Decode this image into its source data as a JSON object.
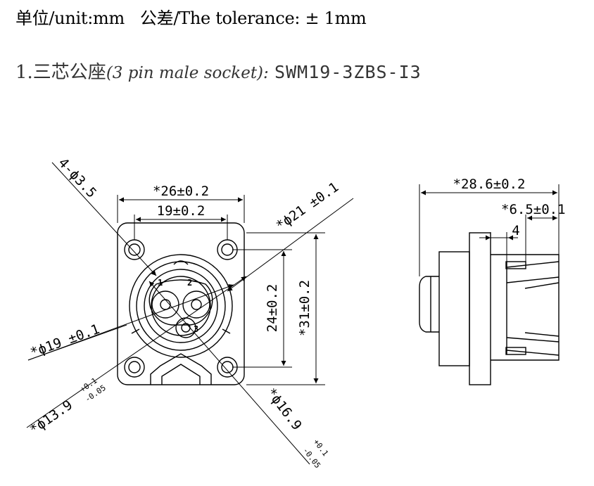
{
  "header": {
    "units": "单位/unit:mm",
    "tolerance": "公差/The tolerance: ± 1mm"
  },
  "model": {
    "prefix": "1.三芯公座",
    "description": "(3 pin male socket):",
    "code": "SWM19-3ZBS-I3"
  },
  "front_view": {
    "dims": {
      "hole_dia": "4-ϕ3.5",
      "width_outer": "*26±0.2",
      "width_inner": "19±0.2",
      "dia_21": "*ϕ21 ±0.1",
      "height_inner": "24±0.2",
      "height_outer": "*31±0.2",
      "dia_19": "*ϕ19 ±0.1",
      "dia_13_9": "*ϕ13.9",
      "dia_16_9": "*ϕ16.9"
    },
    "tol": {
      "upper": "+0.1",
      "lower": "-0.05"
    },
    "pins": [
      "1",
      "2",
      "3"
    ]
  },
  "side_view": {
    "dims": {
      "length": "*28.6±0.2",
      "flange": "*6.5±0.1",
      "step": "4"
    }
  }
}
